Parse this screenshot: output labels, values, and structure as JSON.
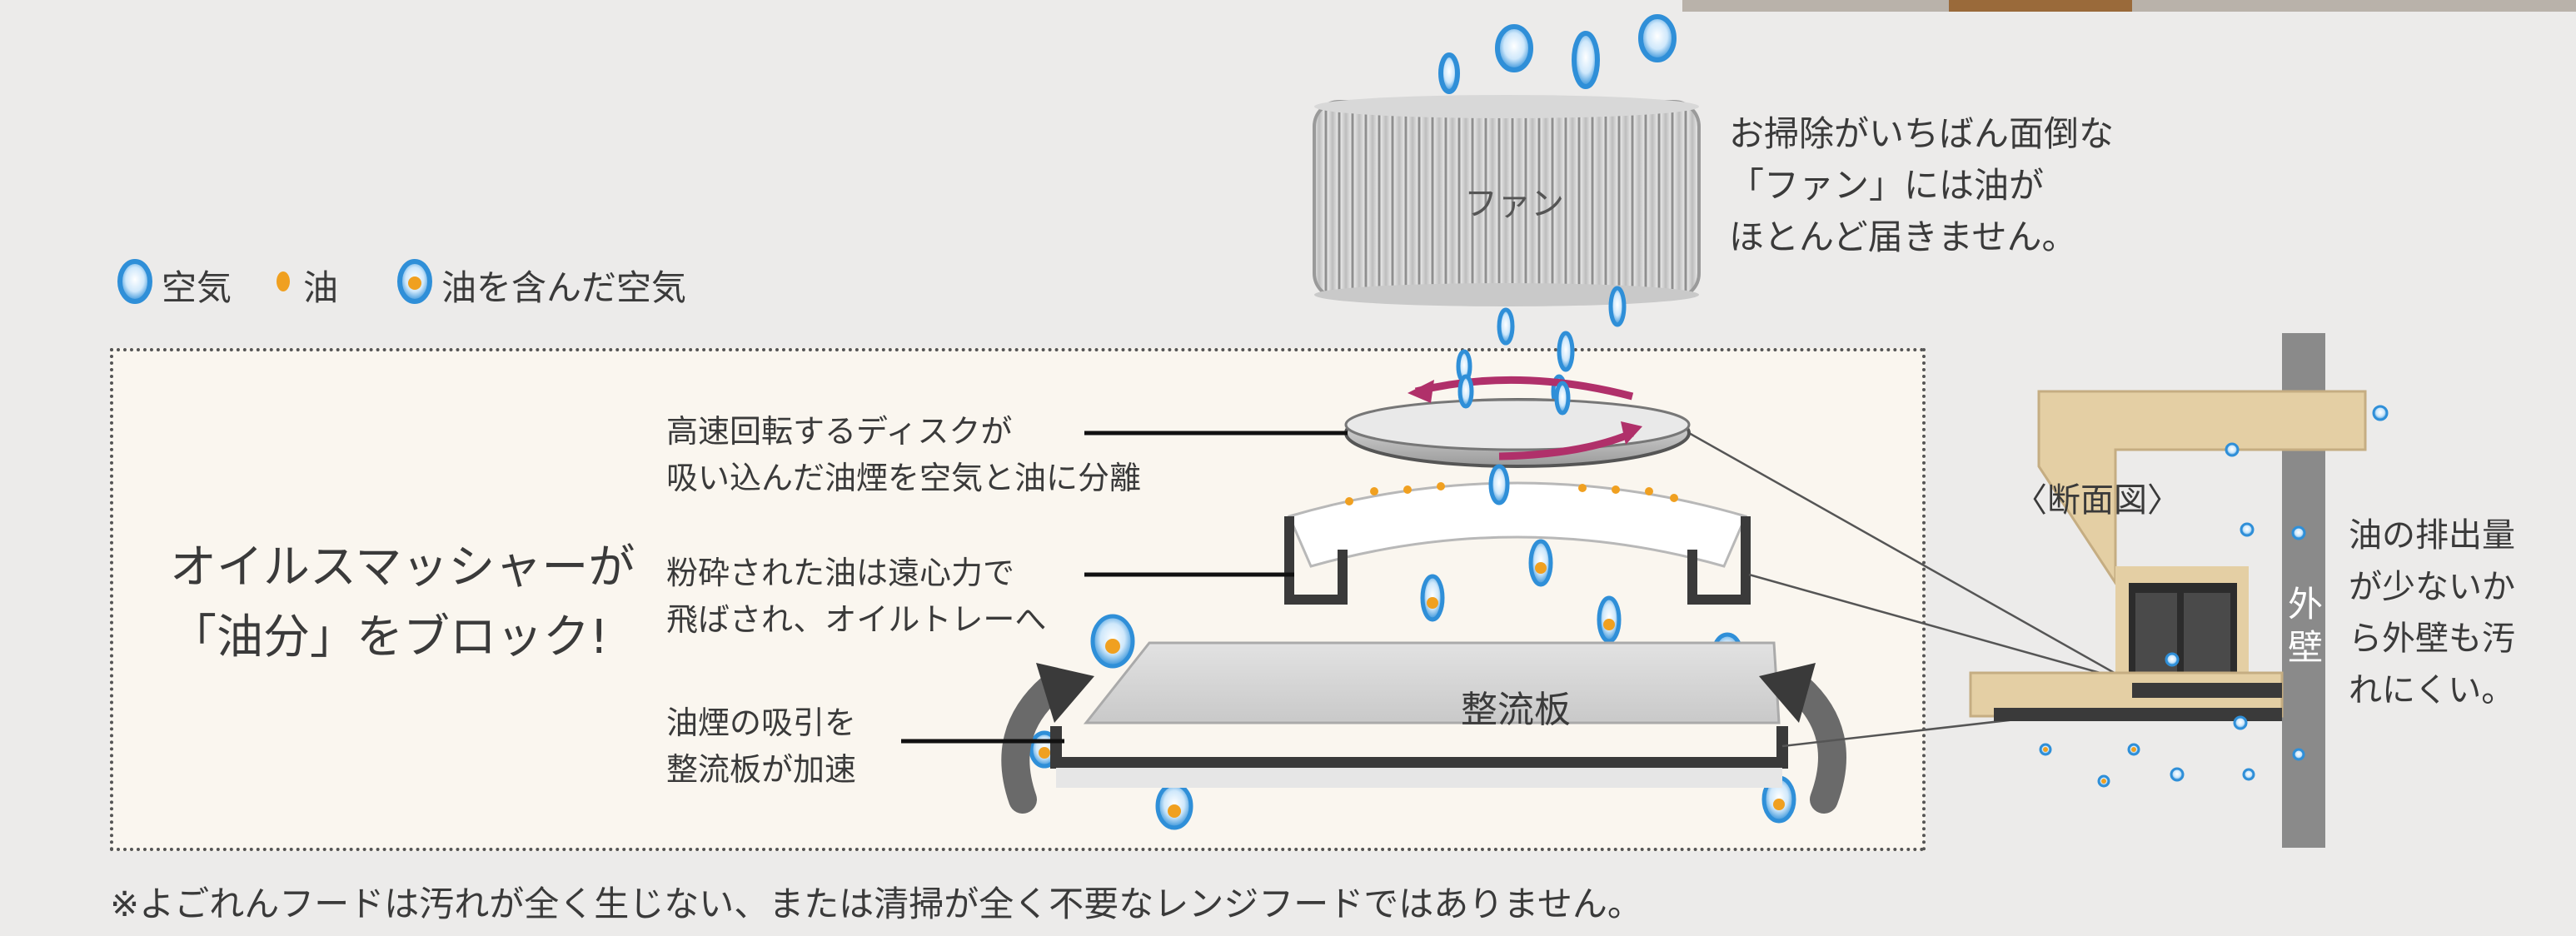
{
  "legend": {
    "air": "空気",
    "oil": "油",
    "oily_air": "油を含んだ空気"
  },
  "fan": {
    "label": "ファン",
    "note": "お掃除がいちばん面倒な\n「ファン」には油が\nほとんど届きません。"
  },
  "headline": "オイルスマッシャーが\n「油分」をブロック!",
  "callouts": {
    "disc": "高速回転するディスクが\n吸い込んだ油煙を空気と油に分離",
    "tray": "粉砕された油は遠心力で\n飛ばされ、オイルトレーへ",
    "plate": "油煙の吸引を\n整流板が加速"
  },
  "plate_label": "整流板",
  "cross_section": {
    "label": "〈断面図〉",
    "wall": "外壁",
    "note": "油の排出量\nが少ないか\nら外壁も汚\nれにくい。"
  },
  "footnote": "※よごれんフードは汚れが全く生じない、または清掃が全く不要なレンジフードではありません。",
  "colors": {
    "background": "#ecebea",
    "panel": "#faf6ef",
    "text": "#3a3a3a",
    "air_blue": "#2f8fd8",
    "oil_orange": "#f0a020",
    "disc_arrow": "#b0306a",
    "wall_gray": "#8a8a8a",
    "duct_tan": "#e4cfa4"
  }
}
